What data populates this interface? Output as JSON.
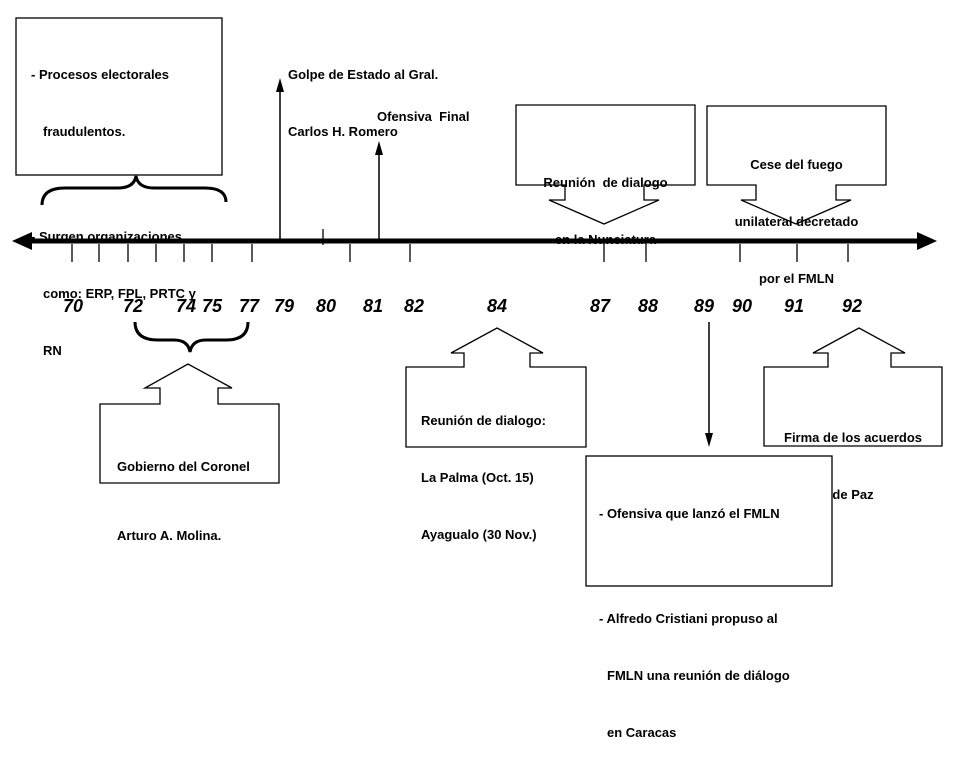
{
  "years": [
    "70",
    "72",
    "74",
    "75",
    "77",
    "79",
    "80",
    "81",
    "82",
    "84",
    "87",
    "88",
    "89",
    "90",
    "91",
    "92"
  ],
  "events": {
    "procesos": {
      "item1_line1": "- Procesos electorales",
      "item1_line2": "fraudulentos.",
      "item2_line1": "- Surgen organizaciones",
      "item2_line2": "como: ERP, FPL, PRTC y",
      "item2_line3": "RN"
    },
    "golpe": {
      "line1": "Golpe de Estado al Gral.",
      "line2": "Carlos H. Romero"
    },
    "ofensiva_final": {
      "label": "Ofensiva  Final"
    },
    "nunciatura": {
      "line1": "Reunión  de dialogo",
      "line2": "en la Nunciatura"
    },
    "cese": {
      "line1": "Cese del fuego",
      "line2": "unilateral decretado",
      "line3": "por el FMLN"
    },
    "molina": {
      "line1": "Gobierno del Coronel",
      "line2": "Arturo A. Molina."
    },
    "palma": {
      "line1": "Reunión de dialogo:",
      "line2": "La Palma (Oct. 15)",
      "line3": "Ayagualo (30 Nov.)"
    },
    "ofensiva_fmln": {
      "item1": "- Ofensiva que lanzó el FMLN",
      "item2_line1": "- Alfredo Cristiani propuso al",
      "item2_line2": "FMLN una reunión de diálogo",
      "item2_line3": "en Caracas"
    },
    "paz": {
      "line1": "Firma de los acuerdos",
      "line2": "de Paz"
    }
  }
}
